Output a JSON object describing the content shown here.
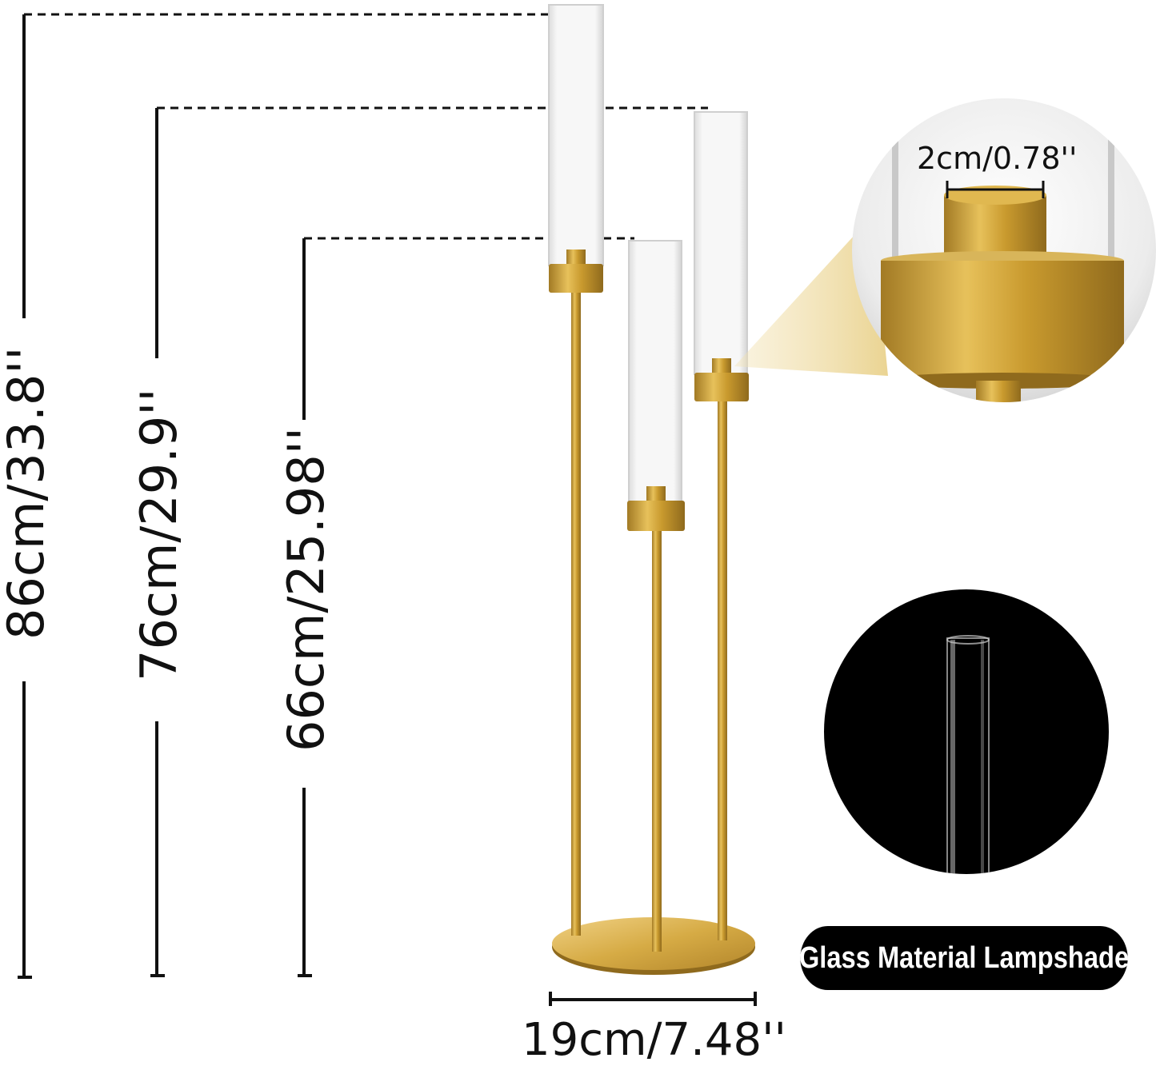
{
  "dimensions": {
    "height_large": "86cm/33.8''",
    "height_medium": "76cm/29.9''",
    "height_small": "66cm/25.98''",
    "base_width": "19cm/7.48''",
    "cup_inner_diameter": "2cm/0.78''"
  },
  "badge": {
    "label": "Glass Material Lampshade"
  },
  "colors": {
    "gold": "#c99a2e",
    "gold_light": "#e8c15e",
    "gold_dark": "#9a7422",
    "line": "#111111",
    "badge_bg": "#000000"
  }
}
